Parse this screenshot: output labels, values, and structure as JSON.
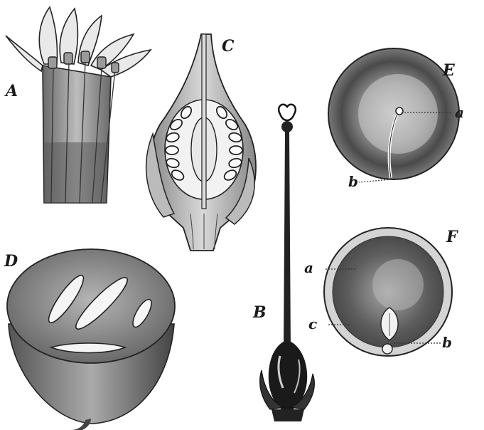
{
  "figures": {
    "A": {
      "label": "A"
    },
    "B": {
      "label": "B"
    },
    "C": {
      "label": "C"
    },
    "D": {
      "label": "D"
    },
    "E": {
      "label": "E",
      "parts": {
        "a": "a",
        "b": "b"
      }
    },
    "F": {
      "label": "F",
      "parts": {
        "a": "a",
        "b": "b",
        "c": "c"
      }
    }
  }
}
